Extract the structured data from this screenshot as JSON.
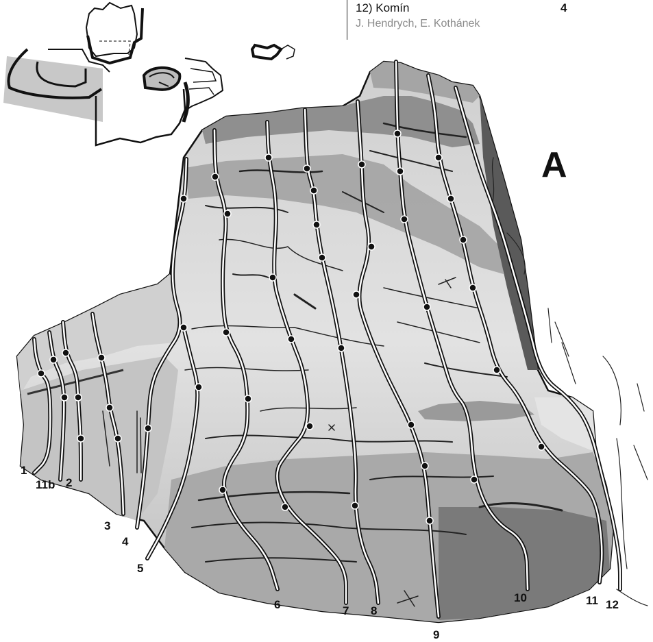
{
  "route_entry": {
    "number_title": "12)  Komín",
    "grade": "4",
    "authors": "J. Hendrych, E. Kothánek"
  },
  "sector_letter": "A",
  "route_labels": {
    "r1": "1",
    "r11b": "11b",
    "r2": "2",
    "r3": "3",
    "r4": "4",
    "r5": "5",
    "r6": "6",
    "r7": "7",
    "r8": "8",
    "r9": "9",
    "r10": "10",
    "r11": "11",
    "r12": "12"
  },
  "colors": {
    "rock_light": "#dcdcdc",
    "rock_mid": "#b9b9b9",
    "rock_dark": "#6f6f6f",
    "outline": "#111111",
    "route_line": "#ffffff",
    "overview_highlight": "#c8c8c8"
  }
}
